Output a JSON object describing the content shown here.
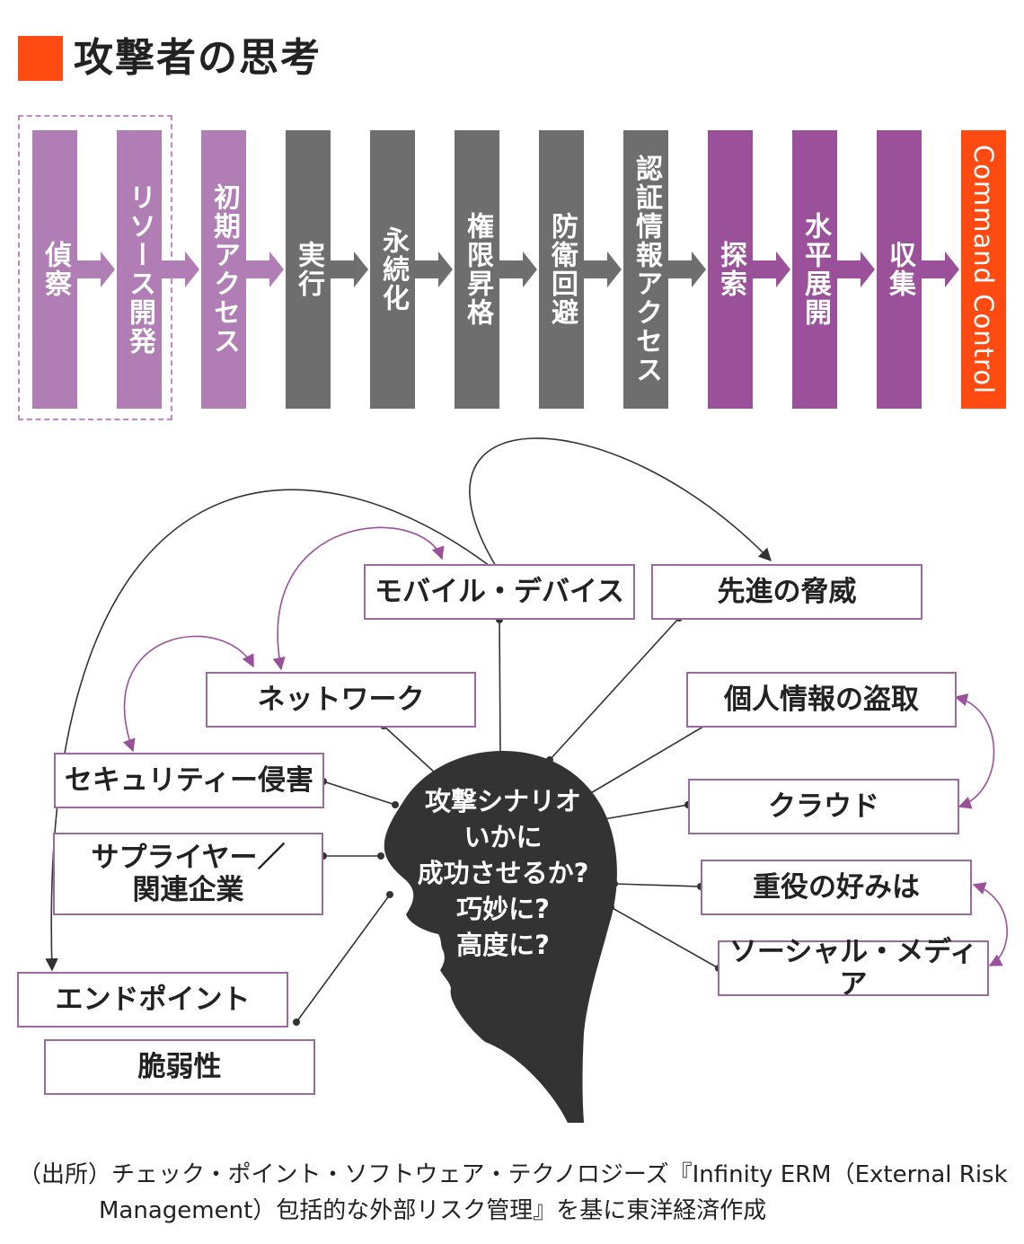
{
  "title": "攻撃者の思考",
  "chain": [
    {
      "label": "偵察",
      "tone": "light"
    },
    {
      "label": "リソース開発",
      "tone": "light"
    },
    {
      "label": "初期アクセス",
      "tone": "light"
    },
    {
      "label": "実行",
      "tone": "gray"
    },
    {
      "label": "永続化",
      "tone": "gray"
    },
    {
      "label": "権限昇格",
      "tone": "gray"
    },
    {
      "label": "防衛回避",
      "tone": "gray"
    },
    {
      "label": "認証情報アクセス",
      "tone": "gray"
    },
    {
      "label": "探索",
      "tone": "dark"
    },
    {
      "label": "水平展開",
      "tone": "dark"
    },
    {
      "label": "収集",
      "tone": "dark"
    },
    {
      "label": "Command Control",
      "tone": "orange"
    }
  ],
  "colors": {
    "accent": "#ff4a12",
    "light_purple": "#b07db4",
    "gray": "#6e6e6e",
    "dark_purple": "#9a519a",
    "box_border": "#9c6a9e",
    "head": "#333333"
  },
  "boxes": {
    "mobile": "モバイル・デバイス",
    "advanced_threat": "先進の脅威",
    "network": "ネットワーク",
    "personal_info": "個人情報の盗取",
    "security_breach": "セキュリティー侵害",
    "cloud": "クラウド",
    "supplier_line1": "サプライヤー／",
    "supplier_line2": "関連企業",
    "executive": "重役の好みは",
    "social_media": "ソーシャル・メディア",
    "endpoint": "エンドポイント",
    "vulnerability": "脆弱性"
  },
  "head_text": [
    "攻撃シナリオ",
    "いかに",
    "成功させるか?",
    "巧妙に?",
    "高度に?"
  ],
  "source": {
    "line1": "（出所）チェック・ポイント・ソフトウェア・テクノロジーズ『Infinity ERM（External Risk",
    "line2": "Management）包括的な外部リスク管理』を基に東洋経済作成"
  }
}
